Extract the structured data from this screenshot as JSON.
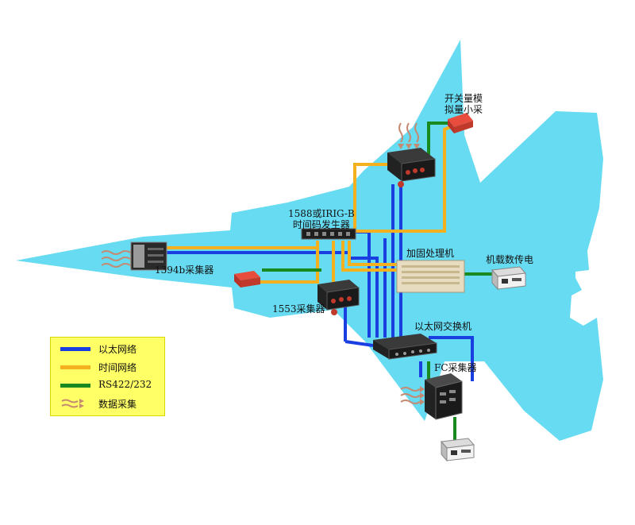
{
  "diagram": {
    "labels": {
      "switch_analog": [
        "开关量模",
        "拟量小采"
      ],
      "irig_generator": [
        "1588或IRIG-B",
        "时间码发生器"
      ],
      "rugged_processor": "加固处理机",
      "airborne_datalink": "机载数传电",
      "collector_1394b": "1394b采集器",
      "collector_1553": "1553采集器",
      "ethernet_switch": "以太网交换机",
      "fc_collector": "FC采集器"
    },
    "legend": [
      {
        "label": "以太网络",
        "kind": "line",
        "color": "#1a3fe0"
      },
      {
        "label": "时间网络",
        "kind": "line",
        "color": "#f5b020"
      },
      {
        "label": "RS422/232",
        "kind": "line",
        "color": "#1a8a20"
      },
      {
        "label": "数据采集",
        "kind": "arrows",
        "color": "#c48a72"
      }
    ],
    "colors": {
      "aircraft": "#67dbf2",
      "ethernet": "#1a3fe0",
      "time": "#f5b020",
      "serial": "#1a8a20",
      "data": "#c48a72",
      "legend_bg": "#ffff66"
    }
  }
}
